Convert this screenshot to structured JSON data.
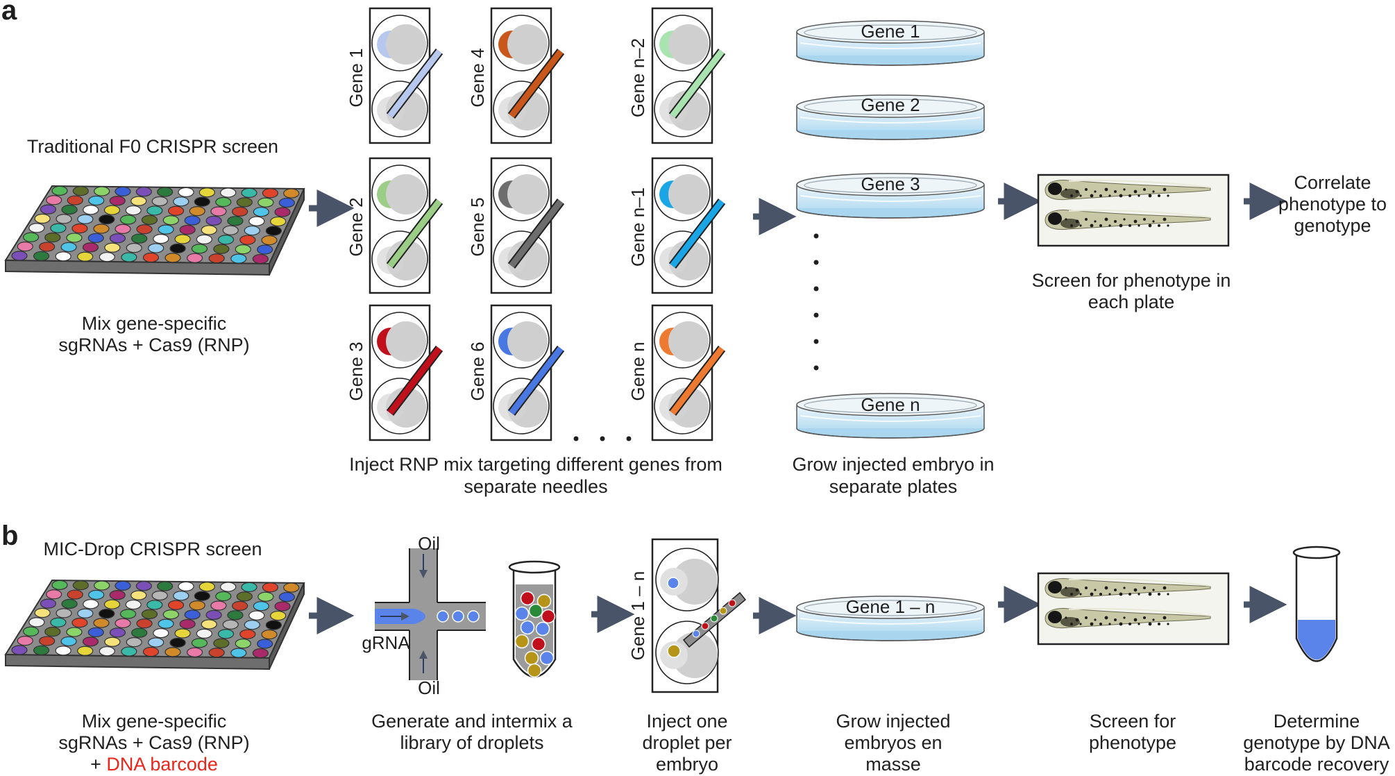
{
  "panels": {
    "a": {
      "letter": "a",
      "title": "Traditional F0 CRISPR screen",
      "plate_caption": [
        "Mix gene-specific",
        "sgRNAs + Cas9 (RNP)"
      ],
      "needles": [
        {
          "label": "Gene 1",
          "color": "#b6c8ee"
        },
        {
          "label": "Gene 2",
          "color": "#9bcd86"
        },
        {
          "label": "Gene 3",
          "color": "#c0101c"
        },
        {
          "label": "Gene 4",
          "color": "#c9561a"
        },
        {
          "label": "Gene 5",
          "color": "#6d6d6d"
        },
        {
          "label": "Gene 6",
          "color": "#4a78e2"
        },
        {
          "label": "Gene n–2",
          "color": "#a8e3b0"
        },
        {
          "label": "Gene n–1",
          "color": "#1aa6e6"
        },
        {
          "label": "Gene n",
          "color": "#ee7a32"
        }
      ],
      "inject_caption": [
        "Inject RNP mix targeting different genes from",
        "separate needles"
      ],
      "dishes": [
        "Gene 1",
        "Gene 2",
        "Gene 3",
        "Gene n"
      ],
      "grow_caption": [
        "Grow injected embryo in",
        "separate plates"
      ],
      "screen_caption": [
        "Screen for phenotype in",
        "each plate"
      ],
      "final_caption": [
        "Correlate",
        "phenotype to",
        "genotype"
      ]
    },
    "b": {
      "letter": "b",
      "title": "MIC-Drop CRISPR screen",
      "plate_caption": [
        "Mix gene-specific",
        "sgRNAs + Cas9 (RNP)",
        "+ ",
        "DNA barcode"
      ],
      "oil_label": "Oil",
      "grna_label": "gRNA",
      "droplet_caption": [
        "Generate and intermix a",
        "library of droplets"
      ],
      "needle_label": "Gene 1 – n",
      "inject_caption": [
        "Inject one",
        "droplet per",
        "embryo"
      ],
      "dish_label": "Gene 1 – n",
      "grow_caption": [
        "Grow injected",
        "embryos en",
        "masse"
      ],
      "screen_caption": [
        "Screen for",
        "phenotype"
      ],
      "final_caption": [
        "Determine",
        "genotype by DNA",
        "barcode recovery"
      ]
    }
  },
  "colors": {
    "arrow": "#4a5468",
    "dish_liquid": "#bfe2f3",
    "dish_rim": "#e6f2f8",
    "plate_top": "#8f8f8f",
    "barcode_red": "#e8261c",
    "tube_fill": "#5b84ea"
  }
}
